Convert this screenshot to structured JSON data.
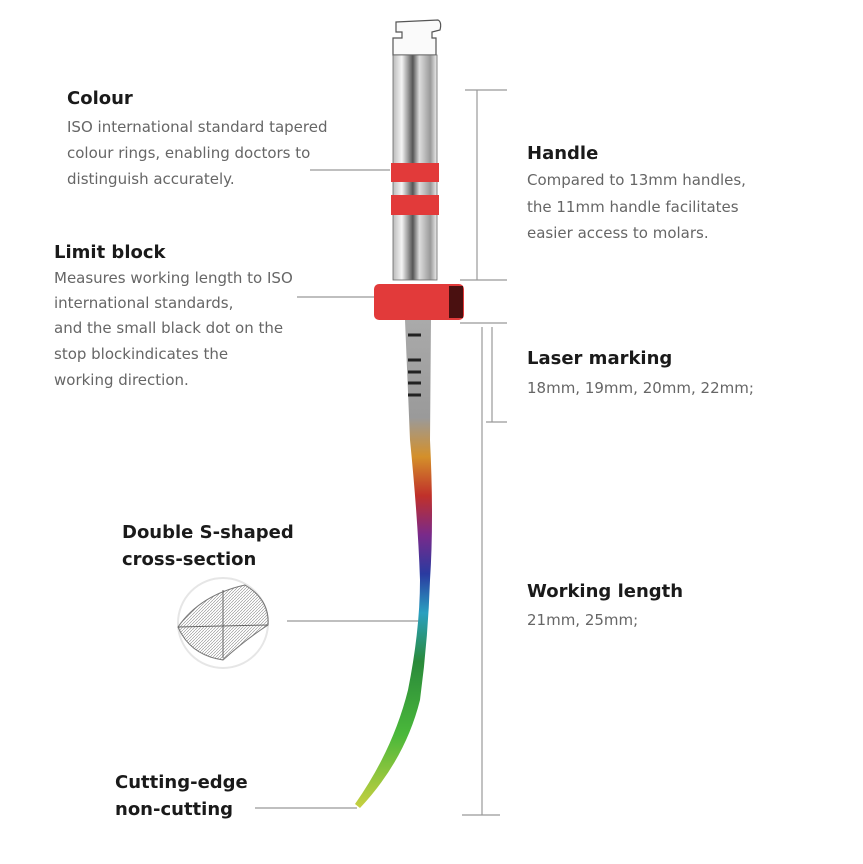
{
  "colour": {
    "title": "Colour",
    "lines": [
      "ISO international standard tapered",
      "colour rings, enabling doctors to",
      "distinguish accurately."
    ]
  },
  "limit_block": {
    "title": "Limit block",
    "lines": [
      "Measures working length to ISO",
      "international standards,",
      "and the small black dot on the",
      "stop blockindicates the",
      "working direction."
    ]
  },
  "handle": {
    "title": "Handle",
    "lines": [
      "Compared to 13mm handles,",
      "the 11mm handle facilitates",
      "easier access to molars."
    ]
  },
  "laser_marking": {
    "title": "Laser marking",
    "lines": [
      "18mm, 19mm, 20mm, 22mm;"
    ]
  },
  "cross_section": {
    "title_lines": [
      "Double S-shaped",
      "cross-section"
    ]
  },
  "working_length": {
    "title": "Working length",
    "lines": [
      "21mm, 25mm;"
    ]
  },
  "cutting_edge": {
    "title_lines": [
      "Cutting-edge",
      "non-cutting"
    ]
  },
  "colors": {
    "ring": "#e23a3a",
    "text": "#1a1a1a",
    "body": "#666666"
  }
}
